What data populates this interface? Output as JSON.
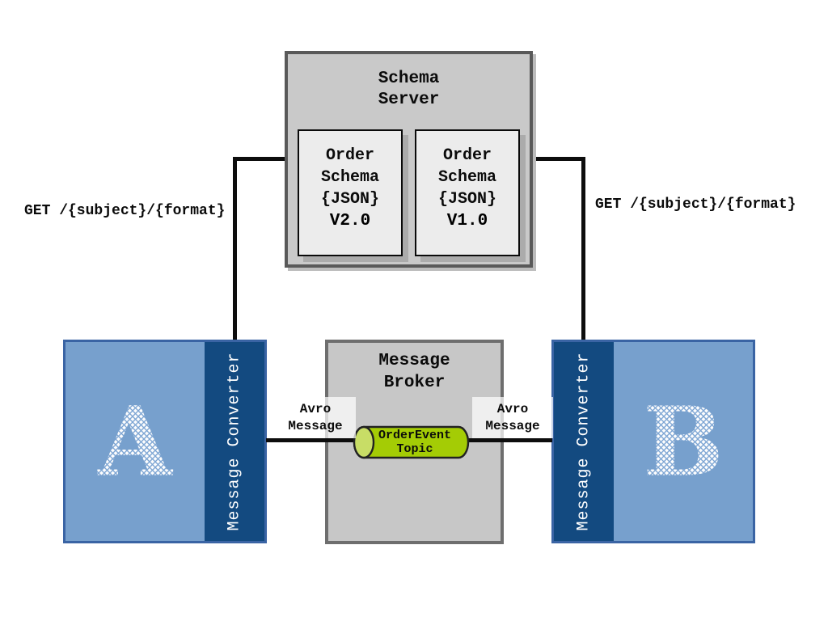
{
  "diagram_title": "Schema server message conversion diagram",
  "schema_server": {
    "title": "Schema\nServer",
    "schemas": [
      {
        "name": "Order\nSchema\n{JSON}",
        "version": "V2.0"
      },
      {
        "name": "Order\nSchema\n{JSON}",
        "version": "V1.0"
      }
    ]
  },
  "message_broker": {
    "title": "Message\nBroker",
    "topic_label": "OrderEvent\nTopic"
  },
  "converters": {
    "a": {
      "letter": "A",
      "role": "Message Converter"
    },
    "b": {
      "letter": "B",
      "role": "Message Converter"
    }
  },
  "labels": {
    "get_left": "GET /{subject}/{format}",
    "get_right": "GET /{subject}/{format}",
    "avro_left": "Avro\nMessage",
    "avro_right": "Avro\nMessage"
  },
  "colors": {
    "schema_server_fill": "#c9c9c9",
    "schema_card_fill": "#ececec",
    "broker_fill": "#c7c7c7",
    "converter_fill": "#77a0cd",
    "converter_strip": "#134a80",
    "converter_border": "#3a64a4",
    "topic_body_green": "#a4cc05",
    "topic_cap_green": "#c8dd66",
    "connector_line": "#0d0d0d"
  }
}
